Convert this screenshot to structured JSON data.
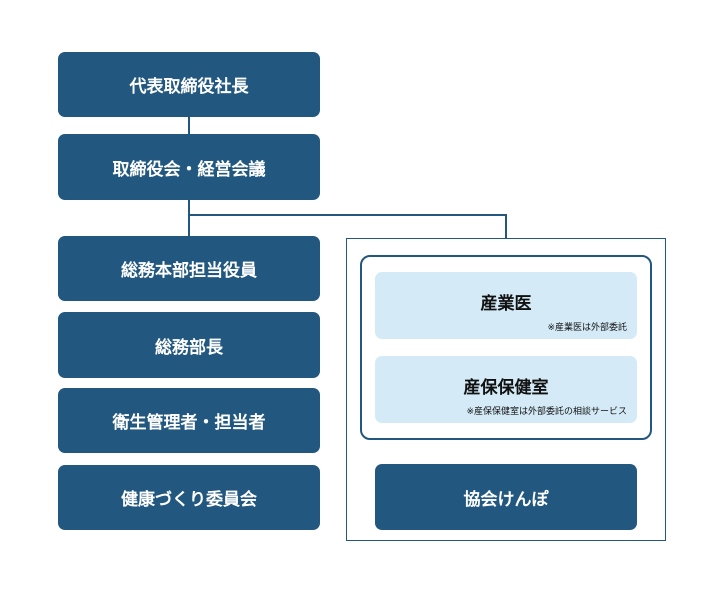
{
  "left_chain": [
    {
      "label": "代表取締役社長"
    },
    {
      "label": "取締役会・経営会議"
    },
    {
      "label": "総務本部担当役員"
    },
    {
      "label": "総務部長"
    },
    {
      "label": "衛生管理者・担当者"
    },
    {
      "label": "健康づくり委員会"
    }
  ],
  "external": {
    "sangyoi": {
      "label": "産業医",
      "note": "※産業医は外部委託"
    },
    "hokenshitsu": {
      "label": "産保保健室",
      "note": "※産保保健室は外部委託の相談サービス"
    },
    "kyokai": {
      "label": "協会けんぽ"
    }
  },
  "colors": {
    "dark": "#22587f",
    "light": "#d4ebf7"
  }
}
